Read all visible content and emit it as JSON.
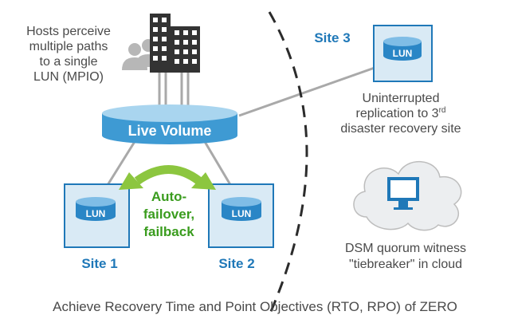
{
  "hosts_text": [
    "Hosts perceive",
    "multiple paths",
    "to a single",
    "LUN (MPIO)"
  ],
  "live_volume_label": "Live Volume",
  "lun_label": "LUN",
  "site_labels": {
    "site1": "Site 1",
    "site2": "Site 2",
    "site3": "Site 3"
  },
  "failover_text": [
    "Auto-",
    "failover,",
    "failback"
  ],
  "replication_text": {
    "line1": "Uninterrupted",
    "line2_prefix": "replication to 3",
    "line2_sup": "rd",
    "line3": "disaster recovery site"
  },
  "quorum_text": [
    "DSM quorum witness",
    "\"tiebreaker\" in cloud"
  ],
  "footer_text": "Achieve Recovery Time and Point Objectives (RTO, RPO) of ZERO",
  "colors": {
    "accent_blue": "#1f78b8",
    "site_box_fill": "#d9eaf5",
    "live_volume_fill": "#3e9ad3",
    "arrow_green": "#8cc63f",
    "text_dark": "#4a4a4a",
    "cloud_fill": "#eceef0"
  }
}
